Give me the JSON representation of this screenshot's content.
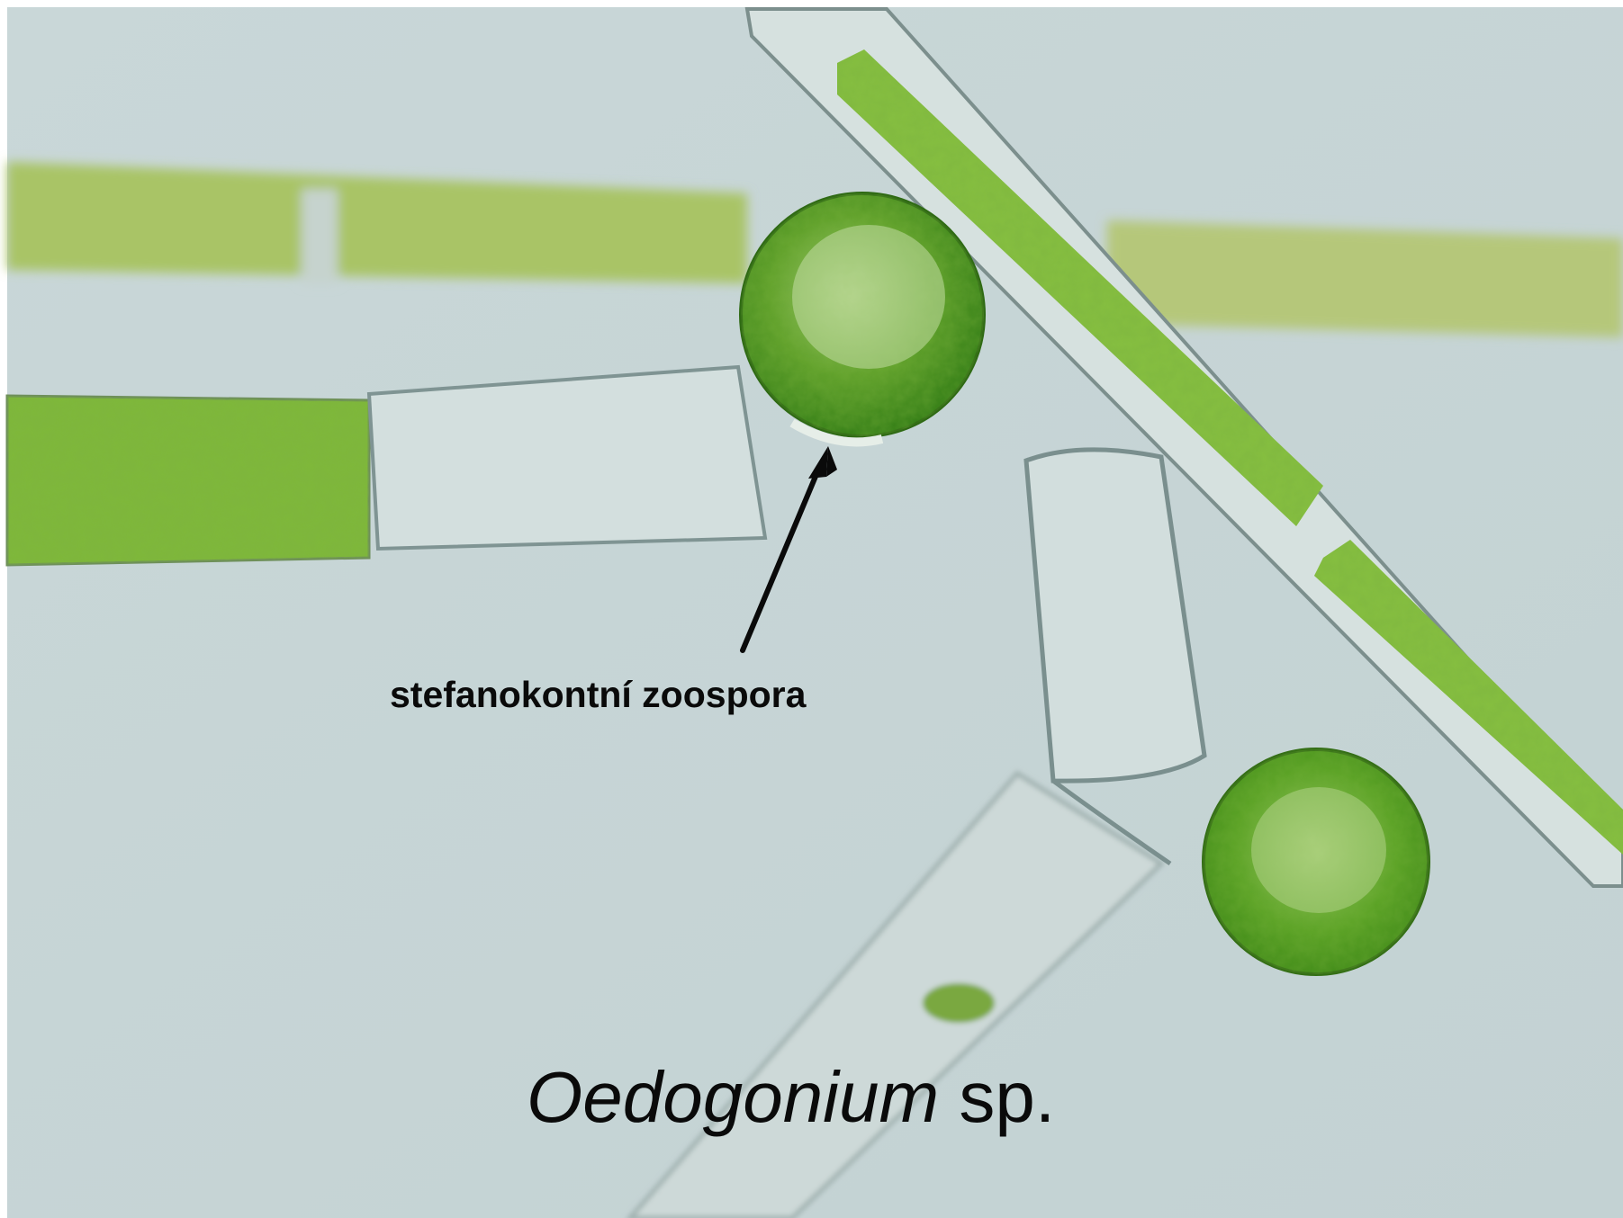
{
  "image": {
    "subject": "micrograph-oedogonium",
    "background_color": "#c6d5d6",
    "frame_color": "#ffffff",
    "palette": {
      "filament_green": "#7fb83a",
      "filament_green_dark": "#4f8f1e",
      "zoospore_green": "#3f8f1c",
      "cell_wall": "#8fa4a3",
      "empty_cell": "#d2dedd"
    }
  },
  "annotation": {
    "label": "stefanokontní zoospora",
    "arrow": true
  },
  "caption": {
    "genus": "Oedogonium",
    "suffix": " sp."
  }
}
